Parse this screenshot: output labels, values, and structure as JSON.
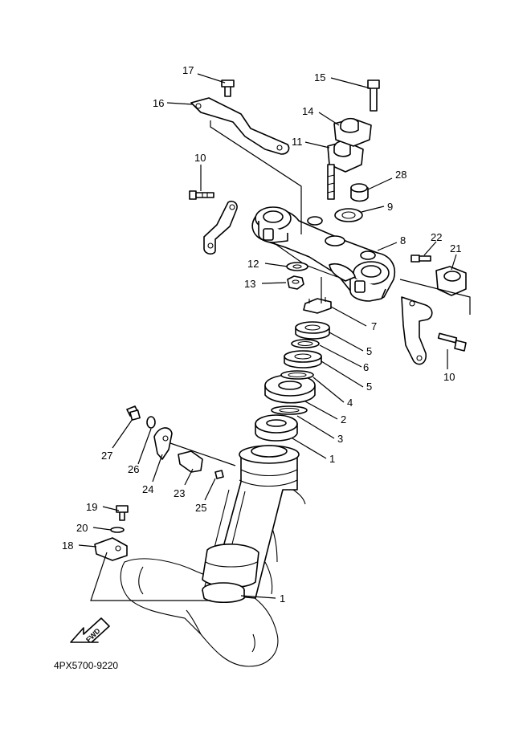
{
  "diagram": {
    "callouts": [
      {
        "id": "17",
        "label": "17"
      },
      {
        "id": "16",
        "label": "16"
      },
      {
        "id": "15",
        "label": "15"
      },
      {
        "id": "14",
        "label": "14"
      },
      {
        "id": "11",
        "label": "11"
      },
      {
        "id": "10a",
        "label": "10"
      },
      {
        "id": "28",
        "label": "28"
      },
      {
        "id": "9",
        "label": "9"
      },
      {
        "id": "8",
        "label": "8"
      },
      {
        "id": "22",
        "label": "22"
      },
      {
        "id": "21",
        "label": "21"
      },
      {
        "id": "12",
        "label": "12"
      },
      {
        "id": "13",
        "label": "13"
      },
      {
        "id": "7",
        "label": "7"
      },
      {
        "id": "5a",
        "label": "5"
      },
      {
        "id": "6",
        "label": "6"
      },
      {
        "id": "5b",
        "label": "5"
      },
      {
        "id": "10b",
        "label": "10"
      },
      {
        "id": "4",
        "label": "4"
      },
      {
        "id": "2",
        "label": "2"
      },
      {
        "id": "3",
        "label": "3"
      },
      {
        "id": "1a",
        "label": "1"
      },
      {
        "id": "27",
        "label": "27"
      },
      {
        "id": "26",
        "label": "26"
      },
      {
        "id": "24",
        "label": "24"
      },
      {
        "id": "23",
        "label": "23"
      },
      {
        "id": "25",
        "label": "25"
      },
      {
        "id": "19",
        "label": "19"
      },
      {
        "id": "20",
        "label": "20"
      },
      {
        "id": "18",
        "label": "18"
      },
      {
        "id": "1b",
        "label": "1"
      }
    ],
    "fwd_label": "FWD",
    "drawing_code": "4PX5700-9220"
  }
}
